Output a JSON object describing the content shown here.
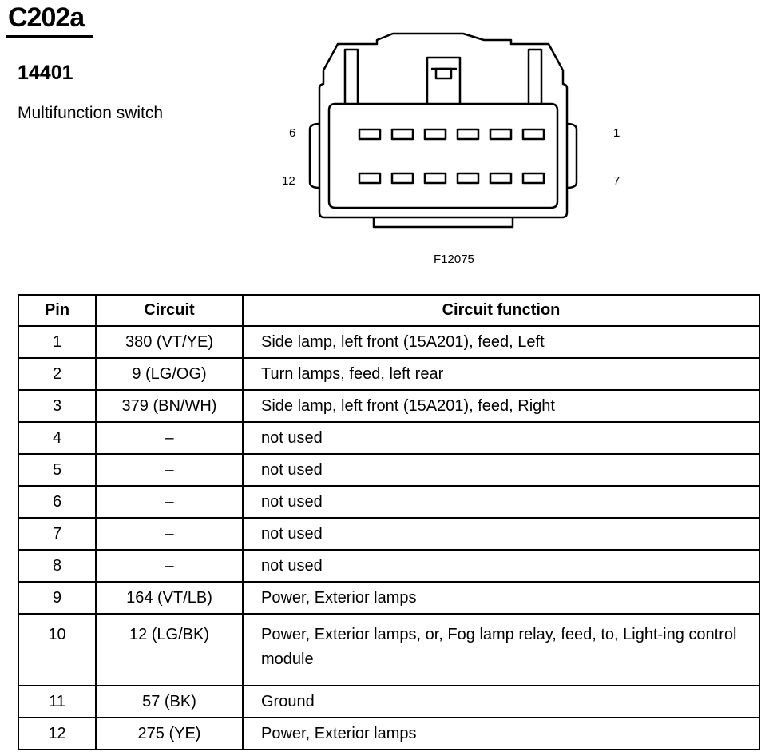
{
  "header": {
    "connector_id": "C202a",
    "part_number": "14401",
    "component_name": "Multifunction switch"
  },
  "diagram": {
    "pin_labels": {
      "top_left": "6",
      "top_right": "1",
      "bottom_left": "12",
      "bottom_right": "7"
    },
    "figure_id": "F12075"
  },
  "table": {
    "headers": [
      "Pin",
      "Circuit",
      "Circuit function"
    ],
    "rows": [
      {
        "pin": "1",
        "circuit": "380 (VT/YE)",
        "function": "Side lamp, left front (15A201), feed, Left"
      },
      {
        "pin": "2",
        "circuit": "9 (LG/OG)",
        "function": "Turn lamps, feed, left rear"
      },
      {
        "pin": "3",
        "circuit": "379 (BN/WH)",
        "function": "Side lamp, left front (15A201), feed, Right"
      },
      {
        "pin": "4",
        "circuit": "–",
        "function": "not used"
      },
      {
        "pin": "5",
        "circuit": "–",
        "function": "not used"
      },
      {
        "pin": "6",
        "circuit": "–",
        "function": "not used"
      },
      {
        "pin": "7",
        "circuit": "–",
        "function": "not used"
      },
      {
        "pin": "8",
        "circuit": "–",
        "function": "not used"
      },
      {
        "pin": "9",
        "circuit": "164 (VT/LB)",
        "function": "Power, Exterior lamps"
      },
      {
        "pin": "10",
        "circuit": "12 (LG/BK)",
        "function": "Power, Exterior lamps, or, Fog lamp relay, feed, to, Light-ing control module"
      },
      {
        "pin": "11",
        "circuit": "57 (BK)",
        "function": "Ground"
      },
      {
        "pin": "12",
        "circuit": "275 (YE)",
        "function": "Power, Exterior lamps"
      }
    ]
  }
}
